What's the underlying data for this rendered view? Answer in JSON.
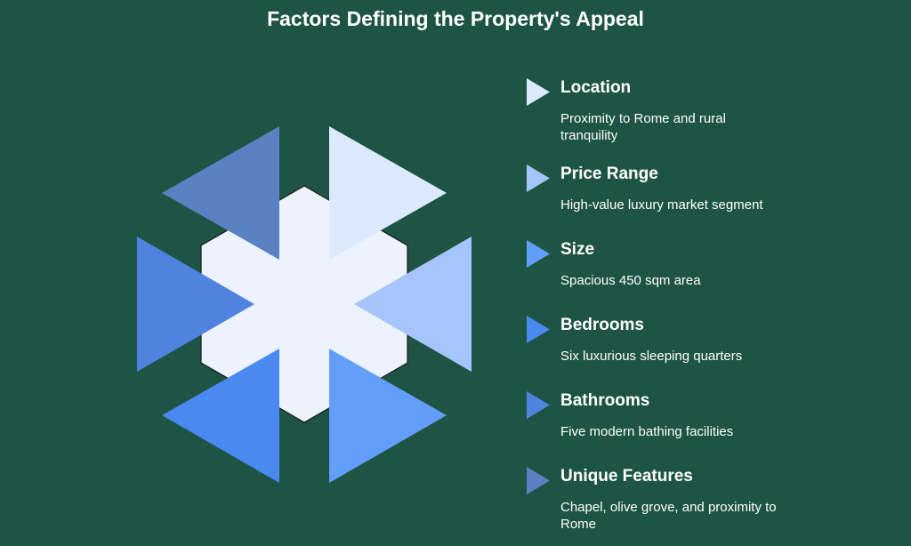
{
  "title": "Factors Defining the Property's Appeal",
  "colors": {
    "background": "#1e5444",
    "hexagon": "#ecf3ff",
    "text": "#ffffff"
  },
  "factors": [
    {
      "label": "Location",
      "description": "Proximity to Rome and rural tranquility",
      "color": "#dce9fe"
    },
    {
      "label": "Price Range",
      "description": "High-value luxury market segment",
      "color": "#a5c5fc"
    },
    {
      "label": "Size",
      "description": "Spacious 450 sqm area",
      "color": "#639efa"
    },
    {
      "label": "Bedrooms",
      "description": "Six luxurious sleeping quarters",
      "color": "#4a89f0"
    },
    {
      "label": "Bathrooms",
      "description": "Five modern bathing facilities",
      "color": "#4f83df"
    },
    {
      "label": "Unique Features",
      "description": "Chapel, olive grove, and proximity to Rome",
      "color": "#5a82c2"
    }
  ]
}
